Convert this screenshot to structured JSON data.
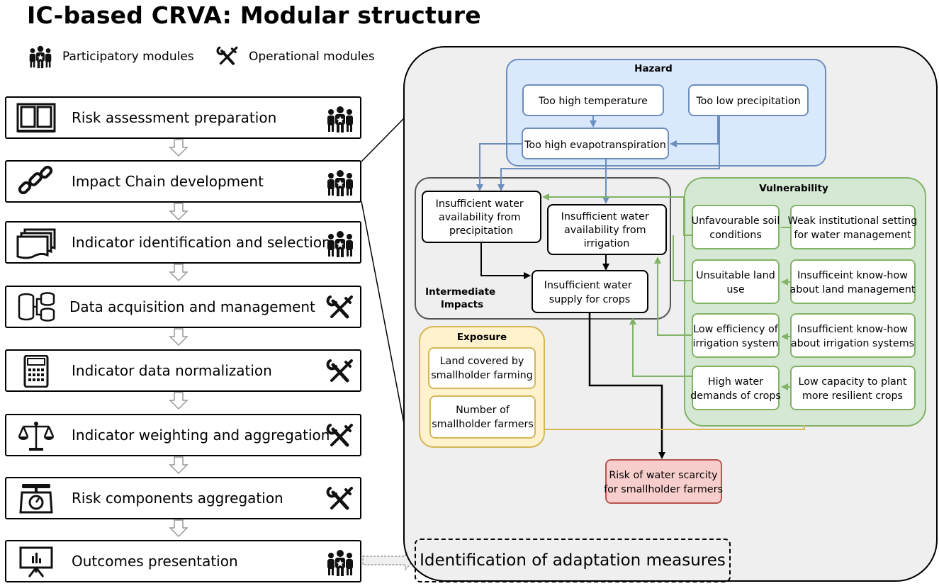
{
  "title": "IC-based CRVA: Modular structure",
  "legend": {
    "participatory": "Participatory modules",
    "operational": "Operational modules"
  },
  "modules": [
    {
      "label": "Risk assessment preparation",
      "icon": "book-icon",
      "type": "participatory-icon"
    },
    {
      "label": "Impact Chain development",
      "icon": "chain-icon",
      "type": "participatory-icon"
    },
    {
      "label": "Indicator identification and selection",
      "icon": "documents-icon",
      "type": "participatory-icon"
    },
    {
      "label": "Data acquisition and management",
      "icon": "database-icon",
      "type": "tools-icon"
    },
    {
      "label": "Indicator data normalization",
      "icon": "calculator-icon",
      "type": "tools-icon"
    },
    {
      "label": "Indicator weighting and aggregation",
      "icon": "balance-icon",
      "type": "tools-icon"
    },
    {
      "label": "Risk components aggregation",
      "icon": "scale-icon",
      "type": "tools-icon"
    },
    {
      "label": "Outcomes presentation",
      "icon": "presentation-icon",
      "type": "participatory-icon"
    }
  ],
  "outcome_box": "Identification of adaptation measures",
  "impact_chain": {
    "hazard": {
      "title": "Hazard",
      "nodes": [
        "Too high temperature",
        "Too low precipitation",
        "Too high evapotranspiration"
      ]
    },
    "intermediate": {
      "title_line1": "Intermediate",
      "title_line2": "Impacts",
      "nodes": [
        [
          "Insufficient water",
          "availability from",
          "precipitation"
        ],
        [
          "Insufficient water",
          "availability from",
          "irrigation"
        ],
        [
          "Insufficient water",
          "supply for crops"
        ]
      ]
    },
    "vulnerability": {
      "title": "Vulnerability",
      "nodes": [
        [
          "Unfavourable soil",
          "conditions"
        ],
        [
          "Weak institutional setting",
          "for water management"
        ],
        [
          "Unsuitable land",
          "use"
        ],
        [
          "Insufficeint know-how",
          "about land management"
        ],
        [
          "Low efficiency of",
          "irrigation system"
        ],
        [
          "Insufficient know-how",
          "about irrigation systems"
        ],
        [
          "High water",
          "demands of crops"
        ],
        [
          "Low capacity to plant",
          "more resilient crops"
        ]
      ]
    },
    "exposure": {
      "title": "Exposure",
      "nodes": [
        [
          "Land covered by",
          "smallholder farming"
        ],
        [
          "Number of",
          "smallholder farmers"
        ]
      ]
    },
    "risk": [
      "Risk of water scarcity",
      "for smallholder farmers"
    ]
  },
  "colors": {
    "hazard_fill": "#dae8fc",
    "hazard_stroke": "#6c8ebf",
    "vuln_fill": "#d5e8d4",
    "vuln_stroke": "#82b366",
    "exposure_fill": "#fff2cc",
    "exposure_stroke": "#d6b656",
    "risk_fill": "#f8cecc",
    "risk_stroke": "#b85450",
    "panel_fill": "#efefef"
  }
}
